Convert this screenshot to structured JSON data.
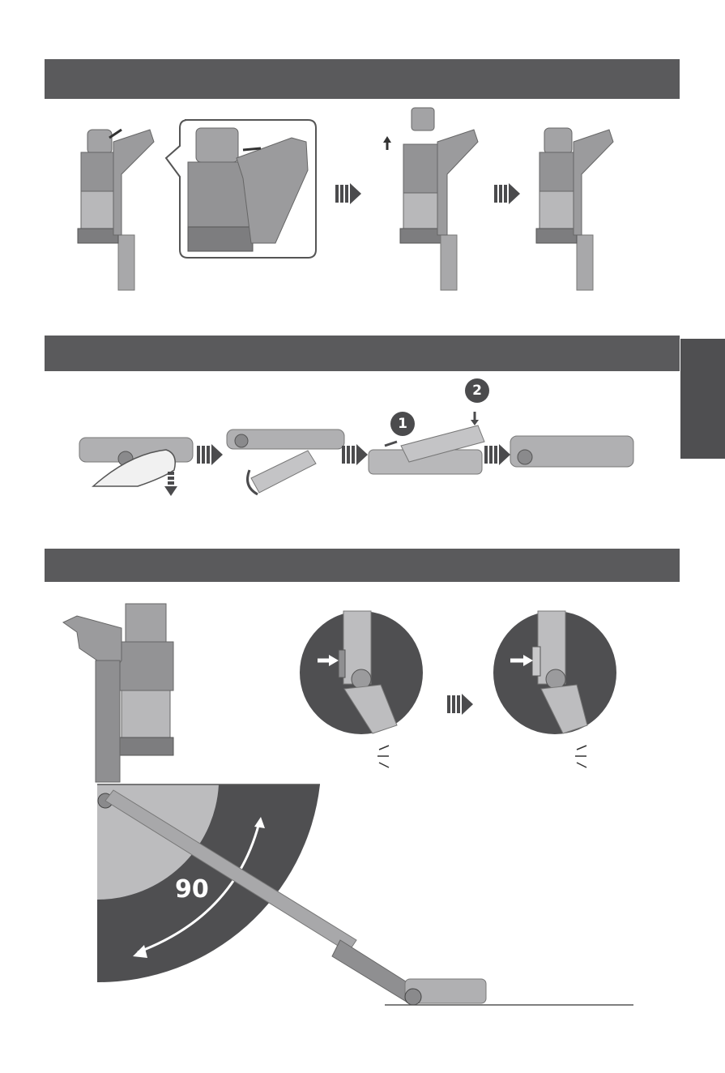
{
  "steps": {
    "step_1": "1",
    "step_2": "2"
  },
  "angle": {
    "value": "90"
  },
  "colors": {
    "header_band": "#5a5a5c",
    "device_body": "#8f8f91",
    "device_light": "#bdbdbf",
    "sector_light": "#bcbcbe",
    "sector_dark": "#4f4f51"
  },
  "icons": {
    "next_step": "triple-bar-arrow-icon",
    "press": "press-arrow-icon",
    "click": "click-sound-icon"
  }
}
